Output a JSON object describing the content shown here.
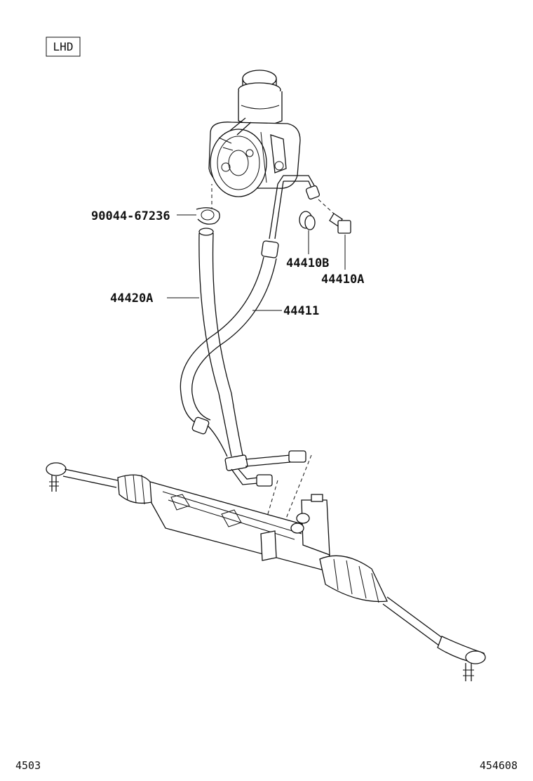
{
  "region_badge": "LHD",
  "parts": {
    "clamp": "90044-67236",
    "return_hose": "44420A",
    "pressure_hose": "44411",
    "gasket": "44410B",
    "union_bolt": "44410A"
  },
  "footer": {
    "left_code": "4503",
    "right_code": "454608"
  }
}
